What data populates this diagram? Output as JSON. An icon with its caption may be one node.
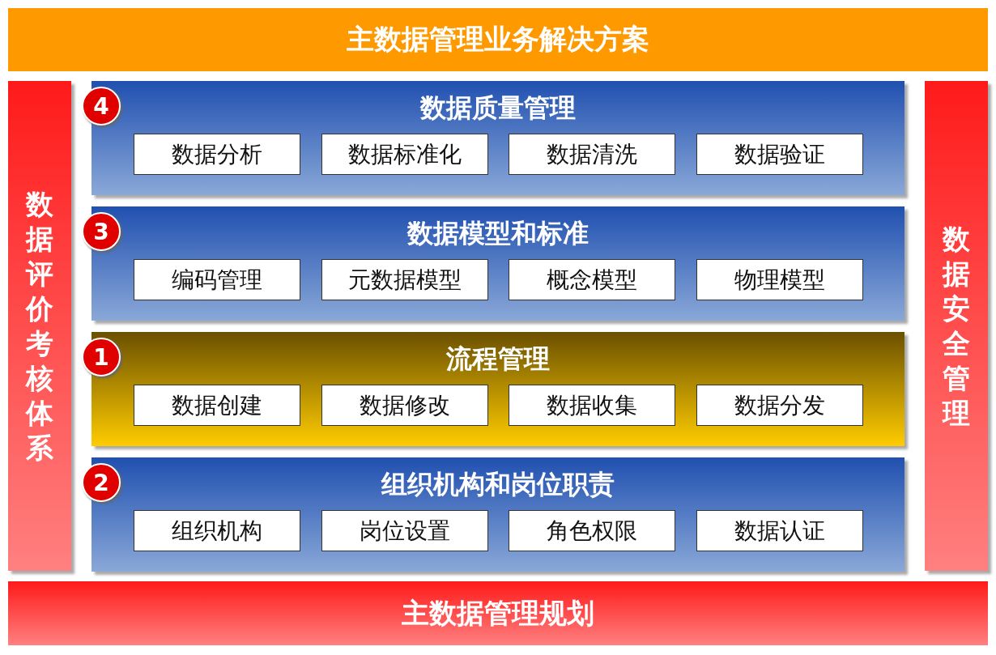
{
  "diagram": {
    "nodes": [
      {
        "text": [
          "主数据管理业务解决方案"
        ]
      },
      {
        "text": [
          "数据评价考核体系"
        ]
      },
      {
        "text": [
          "数据安全管理"
        ]
      },
      {
        "text": [
          "数据质量管理"
        ]
      },
      {
        "text": [
          "4"
        ]
      },
      {
        "text": [
          "数据分析"
        ],
        "in": 3
      },
      {
        "text": [
          "数据标准化"
        ],
        "in": 3
      },
      {
        "text": [
          "数据清洗"
        ],
        "in": 3
      },
      {
        "text": [
          "数据验证"
        ],
        "in": 3
      },
      {
        "text": [
          "数据模型和标准"
        ]
      },
      {
        "text": [
          "3"
        ]
      },
      {
        "text": [
          "编码管理"
        ],
        "in": 9
      },
      {
        "text": [
          "元数据模型"
        ],
        "in": 9
      },
      {
        "text": [
          "概念模型"
        ],
        "in": 9
      },
      {
        "text": [
          "物理模型"
        ],
        "in": 9
      },
      {
        "text": [
          "流程管理"
        ]
      },
      {
        "text": [
          "1"
        ]
      },
      {
        "text": [
          "数据创建"
        ],
        "in": 15
      },
      {
        "text": [
          "数据修改"
        ],
        "in": 15
      },
      {
        "text": [
          "数据收集"
        ],
        "in": 15
      },
      {
        "text": [
          "数据分发"
        ],
        "in": 15
      },
      {
        "text": [
          "组织机构和岗位职责"
        ]
      },
      {
        "text": [
          "2"
        ]
      },
      {
        "text": [
          "组织机构"
        ],
        "in": 21
      },
      {
        "text": [
          "岗位设置"
        ],
        "in": 21
      },
      {
        "text": [
          "角色权限"
        ],
        "in": 21
      },
      {
        "text": [
          "数据认证"
        ],
        "in": 21
      },
      {
        "text": [
          "主数据管理规划"
        ]
      }
    ],
    "edges": []
  }
}
